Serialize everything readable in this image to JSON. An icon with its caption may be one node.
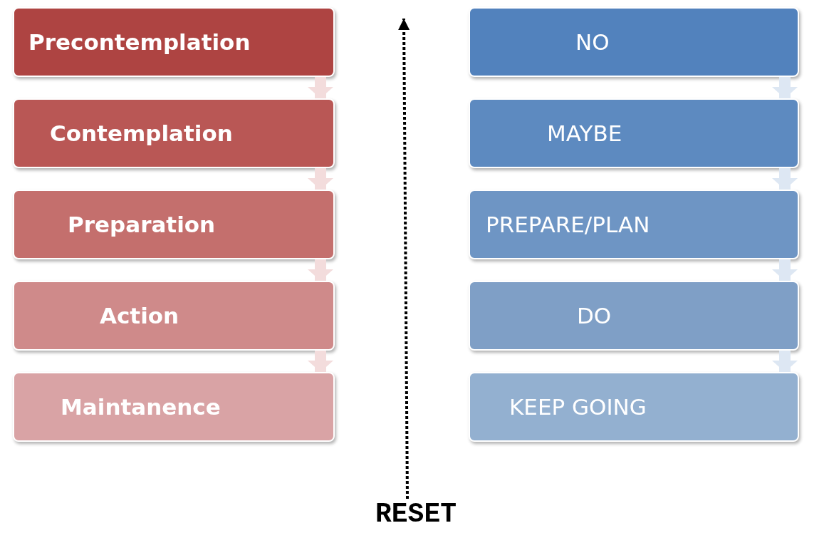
{
  "diagram": {
    "nodes": [
      {
        "text": [
          "Precontemplation"
        ]
      },
      {
        "text": [
          "Contemplation"
        ]
      },
      {
        "text": [
          "Preparation"
        ]
      },
      {
        "text": [
          "Action"
        ]
      },
      {
        "text": [
          "Maintanence"
        ]
      },
      {
        "text": [
          "NO"
        ]
      },
      {
        "text": [
          "MAYBE"
        ]
      },
      {
        "text": [
          "PREPARE/PLAN"
        ]
      },
      {
        "text": [
          "DO"
        ]
      },
      {
        "text": [
          "KEEP GOING"
        ]
      },
      {
        "text": [
          "RESET"
        ]
      }
    ],
    "edges": [
      {
        "from": 0,
        "to": 1,
        "arrow": "to"
      },
      {
        "from": 1,
        "to": 2,
        "arrow": "to"
      },
      {
        "from": 2,
        "to": 3,
        "arrow": "to"
      },
      {
        "from": 3,
        "to": 4,
        "arrow": "to"
      },
      {
        "from": 5,
        "to": 6,
        "arrow": "to"
      },
      {
        "from": 6,
        "to": 7,
        "arrow": "to"
      },
      {
        "from": 7,
        "to": 8,
        "arrow": "to"
      },
      {
        "from": 8,
        "to": 9,
        "arrow": "to"
      },
      {
        "from": 10,
        "to": null,
        "arrow": "to",
        "style": "dashed",
        "color": "#000000"
      }
    ]
  }
}
